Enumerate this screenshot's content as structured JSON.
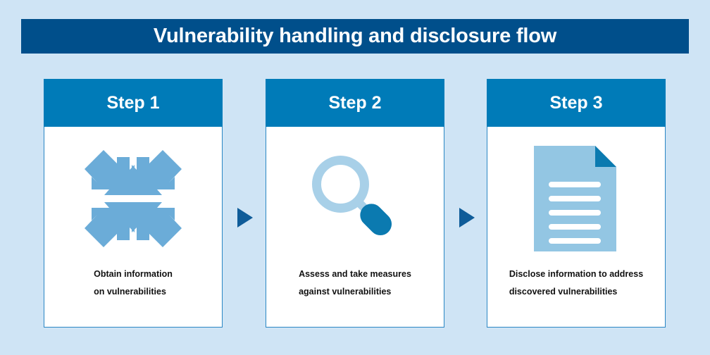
{
  "page": {
    "background_color": "#cfe4f5"
  },
  "banner": {
    "title": "Vulnerability handling and disclosure flow",
    "background_color": "#004f8b",
    "text_color": "#ffffff"
  },
  "colors": {
    "header_blue": "#007bb8",
    "card_border": "#2a86c4",
    "icon_light_blue": "#6bacd8",
    "icon_pale_blue": "#a8d0e8",
    "icon_dark_blue": "#0b7ab0",
    "doc_blue": "#93c6e3",
    "connector_blue": "#0f5c99"
  },
  "steps": [
    {
      "header": "Step 1",
      "icon": "converging-arrows-icon",
      "caption_lines": [
        "Obtain information",
        "on vulnerabilities"
      ]
    },
    {
      "header": "Step 2",
      "icon": "magnifying-glass-icon",
      "caption_lines": [
        "Assess and take measures",
        "against vulnerabilities"
      ]
    },
    {
      "header": "Step 3",
      "icon": "document-icon",
      "caption_lines": [
        "Disclose information to address",
        "discovered vulnerabilities"
      ]
    }
  ],
  "connectors": [
    {
      "label": "arrow-step1-to-step2"
    },
    {
      "label": "arrow-step2-to-step3"
    }
  ]
}
